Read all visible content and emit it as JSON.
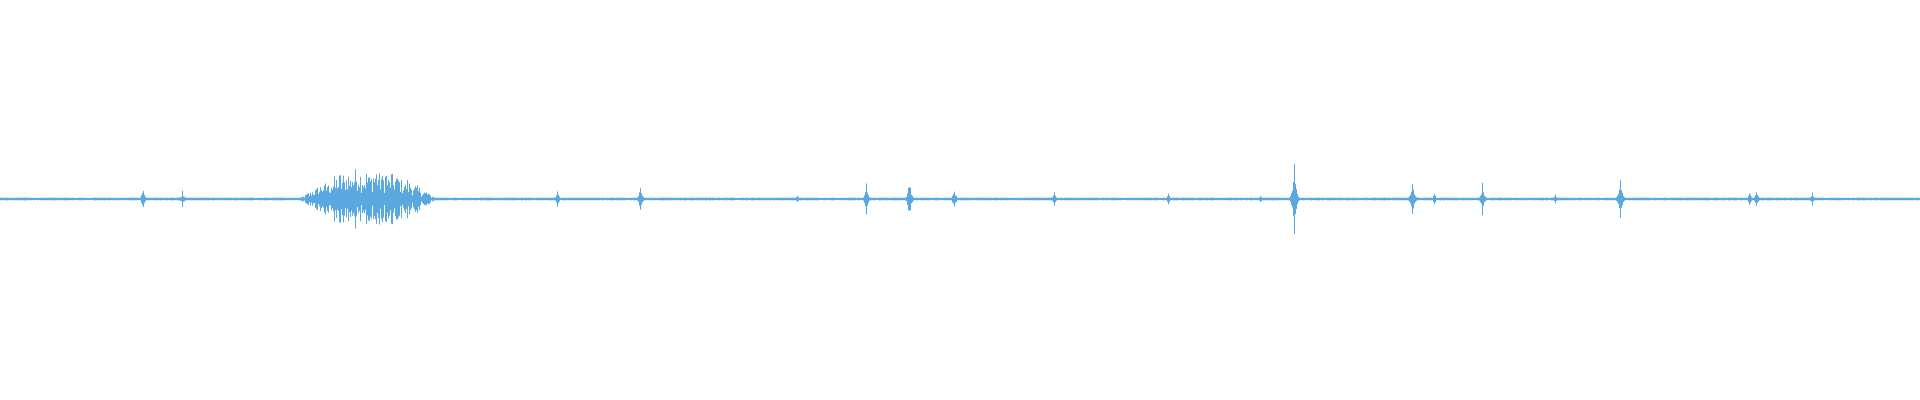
{
  "waveform": {
    "color": "#5aa8e0",
    "baseline_color": "#5aa8e0",
    "duration_fraction_note": "",
    "events": [
      {
        "t": 0.0745,
        "amp": 0.09
      },
      {
        "t": 0.095,
        "amp": 0.05
      },
      {
        "t": 0.29,
        "amp": 0.06
      },
      {
        "t": 0.3335,
        "amp": 0.1
      },
      {
        "t": 0.415,
        "amp": 0.03
      },
      {
        "t": 0.451,
        "amp": 0.1
      },
      {
        "t": 0.4735,
        "amp": 0.15
      },
      {
        "t": 0.497,
        "amp": 0.07
      },
      {
        "t": 0.549,
        "amp": 0.06
      },
      {
        "t": 0.6085,
        "amp": 0.04
      },
      {
        "t": 0.6565,
        "amp": 0.03
      },
      {
        "t": 0.674,
        "amp": 0.25
      },
      {
        "t": 0.7355,
        "amp": 0.14
      },
      {
        "t": 0.747,
        "amp": 0.04
      },
      {
        "t": 0.772,
        "amp": 0.1
      },
      {
        "t": 0.81,
        "amp": 0.03
      },
      {
        "t": 0.844,
        "amp": 0.18
      },
      {
        "t": 0.911,
        "amp": 0.05
      },
      {
        "t": 0.9145,
        "amp": 0.07
      },
      {
        "t": 0.944,
        "amp": 0.04
      }
    ],
    "burst": {
      "start": 0.155,
      "end": 0.235,
      "peak": 0.2
    }
  }
}
